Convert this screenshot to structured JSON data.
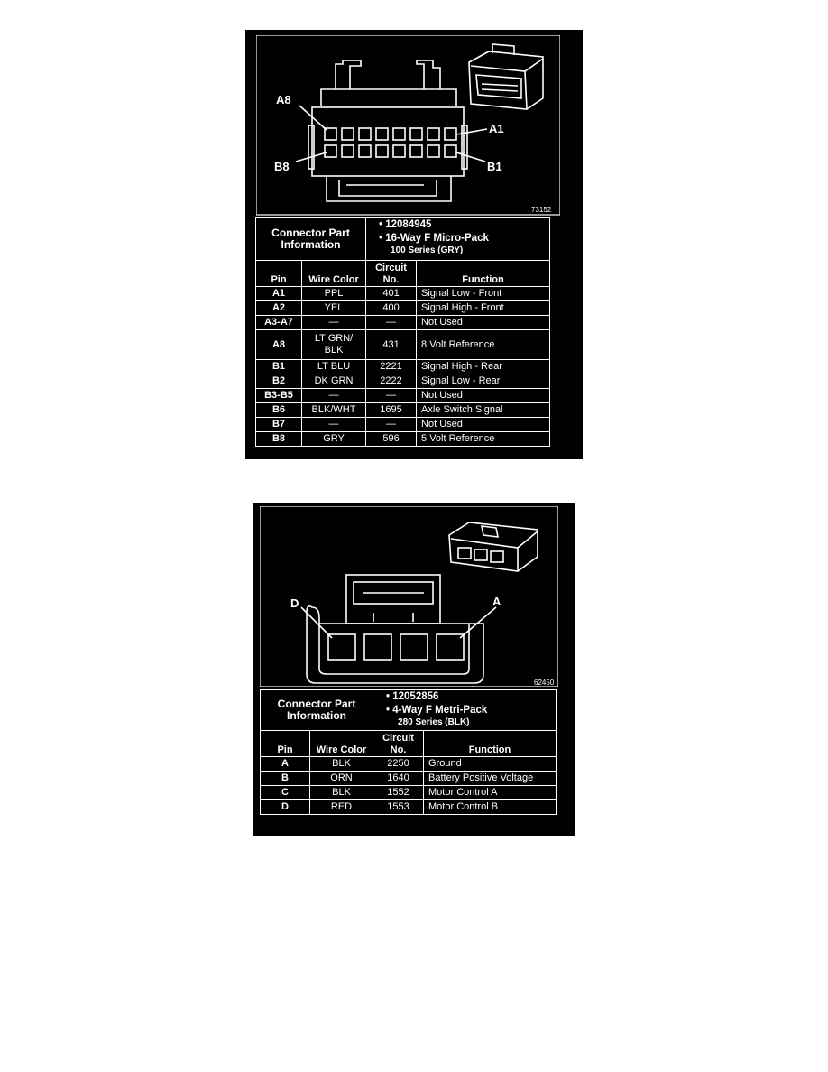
{
  "connectors": [
    {
      "figure_number": "73152",
      "pin_labels": {
        "top_left": "A8",
        "top_right": "A1",
        "bottom_left": "B8",
        "bottom_right": "B1"
      },
      "part_info": {
        "label": "Connector Part Information",
        "part_number": "12084945",
        "description": "16-Way F Micro-Pack",
        "series": "100 Series (GRY)"
      },
      "headers": {
        "pin": "Pin",
        "wire_color": "Wire Color",
        "circuit": "Circuit No.",
        "function": "Function"
      },
      "rows": [
        {
          "pin": "A1",
          "wire": "PPL",
          "circuit": "401",
          "function": "Signal Low - Front"
        },
        {
          "pin": "A2",
          "wire": "YEL",
          "circuit": "400",
          "function": "Signal High - Front"
        },
        {
          "pin": "A3-A7",
          "wire": "—",
          "circuit": "—",
          "function": "Not Used"
        },
        {
          "pin": "A8",
          "wire": "LT GRN/ BLK",
          "circuit": "431",
          "function": "8 Volt Reference"
        },
        {
          "pin": "B1",
          "wire": "LT BLU",
          "circuit": "2221",
          "function": "Signal High - Rear"
        },
        {
          "pin": "B2",
          "wire": "DK GRN",
          "circuit": "2222",
          "function": "Signal Low - Rear"
        },
        {
          "pin": "B3-B5",
          "wire": "—",
          "circuit": "—",
          "function": "Not Used"
        },
        {
          "pin": "B6",
          "wire": "BLK/WHT",
          "circuit": "1695",
          "function": "Axle Switch Signal"
        },
        {
          "pin": "B7",
          "wire": "—",
          "circuit": "—",
          "function": "Not Used"
        },
        {
          "pin": "B8",
          "wire": "GRY",
          "circuit": "596",
          "function": "5 Volt Reference"
        }
      ]
    },
    {
      "figure_number": "62450",
      "pin_labels": {
        "left": "D",
        "right": "A"
      },
      "part_info": {
        "label": "Connector Part Information",
        "part_number": "12052856",
        "description": "4-Way F Metri-Pack",
        "series": "280 Series (BLK)"
      },
      "headers": {
        "pin": "Pin",
        "wire_color": "Wire Color",
        "circuit": "Circuit No.",
        "function": "Function"
      },
      "rows": [
        {
          "pin": "A",
          "wire": "BLK",
          "circuit": "2250",
          "function": "Ground"
        },
        {
          "pin": "B",
          "wire": "ORN",
          "circuit": "1640",
          "function": "Battery Positive Voltage"
        },
        {
          "pin": "C",
          "wire": "BLK",
          "circuit": "1552",
          "function": "Motor Control A"
        },
        {
          "pin": "D",
          "wire": "RED",
          "circuit": "1553",
          "function": "Motor Control B"
        }
      ]
    }
  ]
}
